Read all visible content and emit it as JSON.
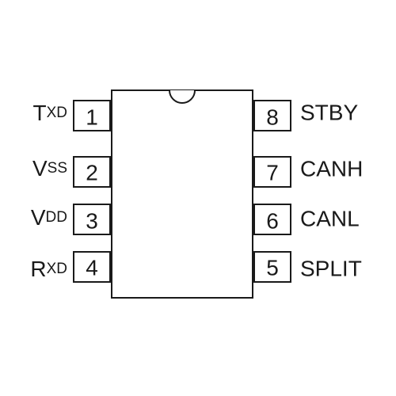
{
  "package": {
    "pin_count": 8
  },
  "left_pins": [
    {
      "number": "1",
      "label_main": "T",
      "label_sub": "XD"
    },
    {
      "number": "2",
      "label_main": "V",
      "label_sub": "SS"
    },
    {
      "number": "3",
      "label_main": "V",
      "label_sub": "DD"
    },
    {
      "number": "4",
      "label_main": "R",
      "label_sub": "XD"
    }
  ],
  "right_pins": [
    {
      "number": "8",
      "label": "STBY"
    },
    {
      "number": "7",
      "label": "CANH"
    },
    {
      "number": "6",
      "label": "CANL"
    },
    {
      "number": "5",
      "label": "SPLIT"
    }
  ]
}
